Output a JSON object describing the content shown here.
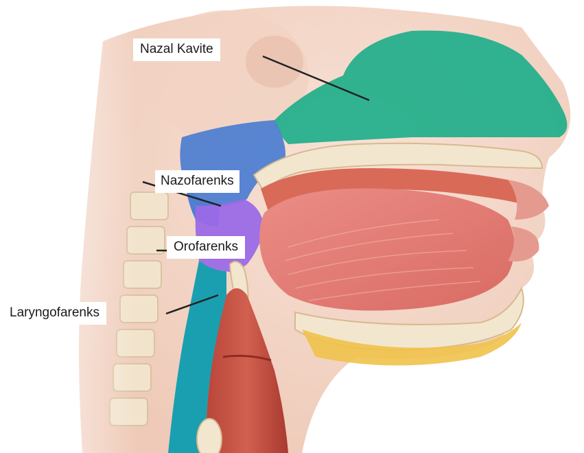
{
  "labels": {
    "nasal_cavity": "Nazal Kavite",
    "nasopharynx": "Nazofarenks",
    "oropharynx": "Orofarenks",
    "laryngopharynx": "Laryngofarenks"
  },
  "colors": {
    "nasal_cavity": "#1fae8a",
    "nasopharynx": "#4f7fd1",
    "oropharynx": "#9b6ae6",
    "laryngopharynx": "#1a9fb0",
    "tongue": "#e07a74",
    "skin": "#f3d3c4",
    "tissue": "#d96a58",
    "bone": "#f2e6cf",
    "fat": "#f0c24a"
  }
}
